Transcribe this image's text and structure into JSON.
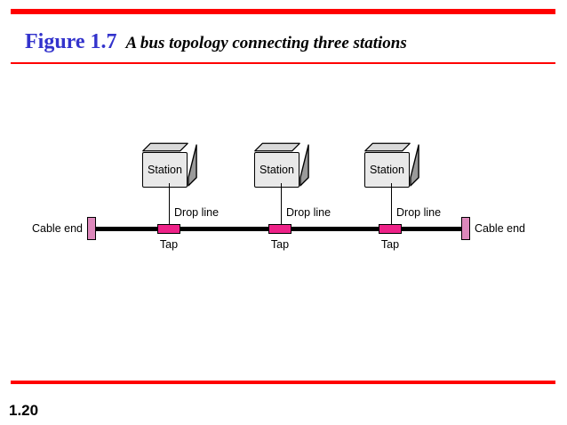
{
  "slide": {
    "number": "1.20",
    "background": "#ffffff",
    "rule_color": "#ff0000"
  },
  "title": {
    "figure_number": "Figure 1.7",
    "figure_number_color": "#3333cc",
    "caption": "A bus topology connecting three stations",
    "caption_color": "#000000"
  },
  "diagram": {
    "type": "bus-topology",
    "bus_line_color": "#000000",
    "tap_color": "#ee2288",
    "cable_end_color": "#dd88bb",
    "station_face_color": "#e9e9e9",
    "station_top_color": "#d9d9d9",
    "station_side_color": "#9a9a9a",
    "cable_ends": [
      {
        "label": "Cable end",
        "side": "left"
      },
      {
        "label": "Cable end",
        "side": "right"
      }
    ],
    "nodes": [
      {
        "station_label": "Station",
        "drop_line_label": "Drop line",
        "tap_label": "Tap"
      },
      {
        "station_label": "Station",
        "drop_line_label": "Drop line",
        "tap_label": "Tap"
      },
      {
        "station_label": "Station",
        "drop_line_label": "Drop line",
        "tap_label": "Tap"
      }
    ]
  }
}
